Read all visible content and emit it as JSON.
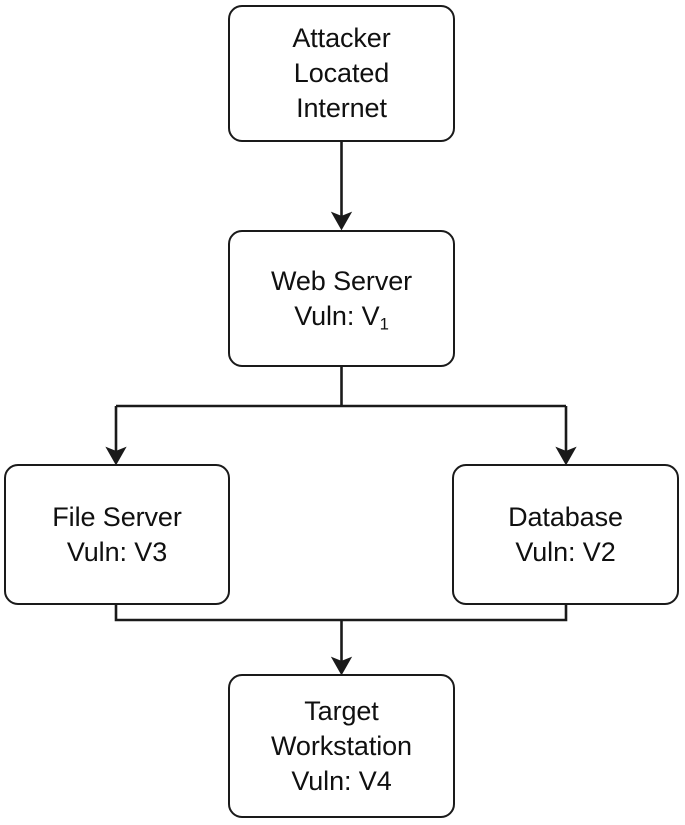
{
  "diagram": {
    "type": "attack-graph-flowchart",
    "title": "Attack path from Internet attacker to target workstation",
    "stroke_color": "#1a1a1a",
    "fill_color": "#ffffff",
    "text_color": "#101010",
    "nodes": [
      {
        "id": "attacker",
        "lines": [
          "Attacker",
          "Located",
          "Internet"
        ],
        "vuln": ""
      },
      {
        "id": "webserver",
        "lines": [
          "Web Server"
        ],
        "vuln_prefix": "Vuln: V",
        "vuln_index": "1",
        "vuln_subscript": true
      },
      {
        "id": "fileserver",
        "lines": [
          "File Server"
        ],
        "vuln": "Vuln: V3"
      },
      {
        "id": "database",
        "lines": [
          "Database"
        ],
        "vuln": "Vuln: V2"
      },
      {
        "id": "workstation",
        "lines": [
          "Target",
          "Workstation"
        ],
        "vuln": "Vuln: V4"
      }
    ],
    "edges": [
      {
        "id": "attacker-to-webserver",
        "from": "attacker",
        "to": "webserver",
        "arrow": true
      },
      {
        "id": "webserver-to-fileserver",
        "from": "webserver",
        "to": "fileserver",
        "arrow": true
      },
      {
        "id": "webserver-to-database",
        "from": "webserver",
        "to": "database",
        "arrow": true
      },
      {
        "id": "fileserver-to-workstation",
        "from": "fileserver",
        "to": "workstation",
        "arrow": true
      },
      {
        "id": "database-to-workstation",
        "from": "database",
        "to": "workstation",
        "arrow": true
      }
    ]
  },
  "labels": {
    "attacker_line1": "Attacker",
    "attacker_line2": "Located",
    "attacker_line3": "Internet",
    "webserver_line1": "Web Server",
    "webserver_vuln_prefix": "Vuln: V",
    "webserver_vuln_sub": "1",
    "fileserver_line1": "File Server",
    "fileserver_line2": "Vuln: V3",
    "database_line1": "Database",
    "database_line2": "Vuln: V2",
    "workstation_line1": "Target",
    "workstation_line2": "Workstation",
    "workstation_line3": "Vuln: V4"
  }
}
